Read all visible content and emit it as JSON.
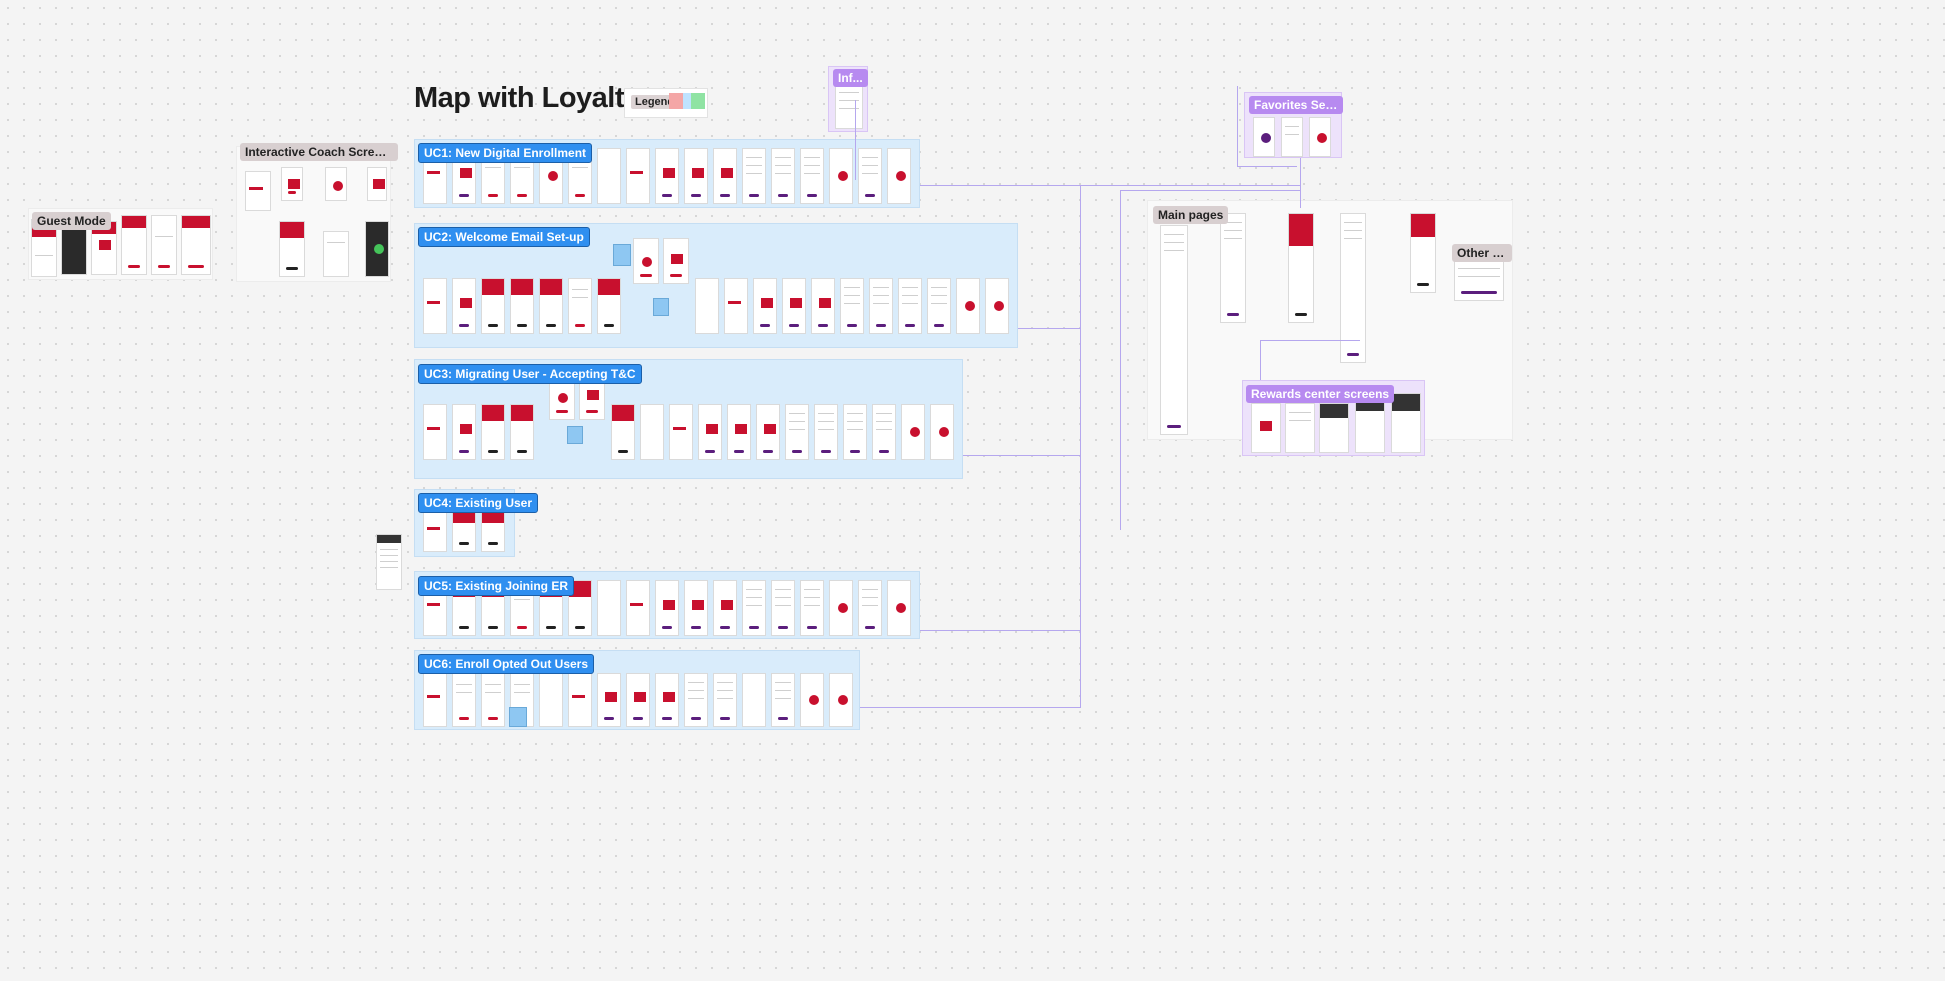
{
  "title": "Map with Loyalty",
  "legend": {
    "label": "Legend",
    "colors": [
      "#f4a6a6",
      "#bfe3ff",
      "#8fe3a3"
    ]
  },
  "frames": {
    "uc1": "UC1: New Digital Enrollment",
    "uc2": "UC2: Welcome Email Set-up",
    "uc3": "UC3: Migrating User - Accepting T&C",
    "uc4": "UC4: Existing User",
    "uc5": "UC5: Existing Joining ER",
    "uc6": "UC6: Enroll Opted Out Users",
    "coach": "Interactive Coach Screens CTA...",
    "guest": "Guest Mode",
    "info": "Inf...",
    "favorites": "Favorites Selecti...",
    "main_pages": "Main pages",
    "other": "Other b...",
    "rewards": "Rewards center screens"
  },
  "colors": {
    "canvas": "#f4f4f4",
    "uc_section": "#d9ecfb",
    "uc_label": "#2f8ff0",
    "purple_section": "#ede2fb",
    "purple_label": "#b78af0",
    "brand_red": "#c8102e",
    "brand_purple": "#5b1e7d",
    "connector": "#b5a7ee"
  }
}
